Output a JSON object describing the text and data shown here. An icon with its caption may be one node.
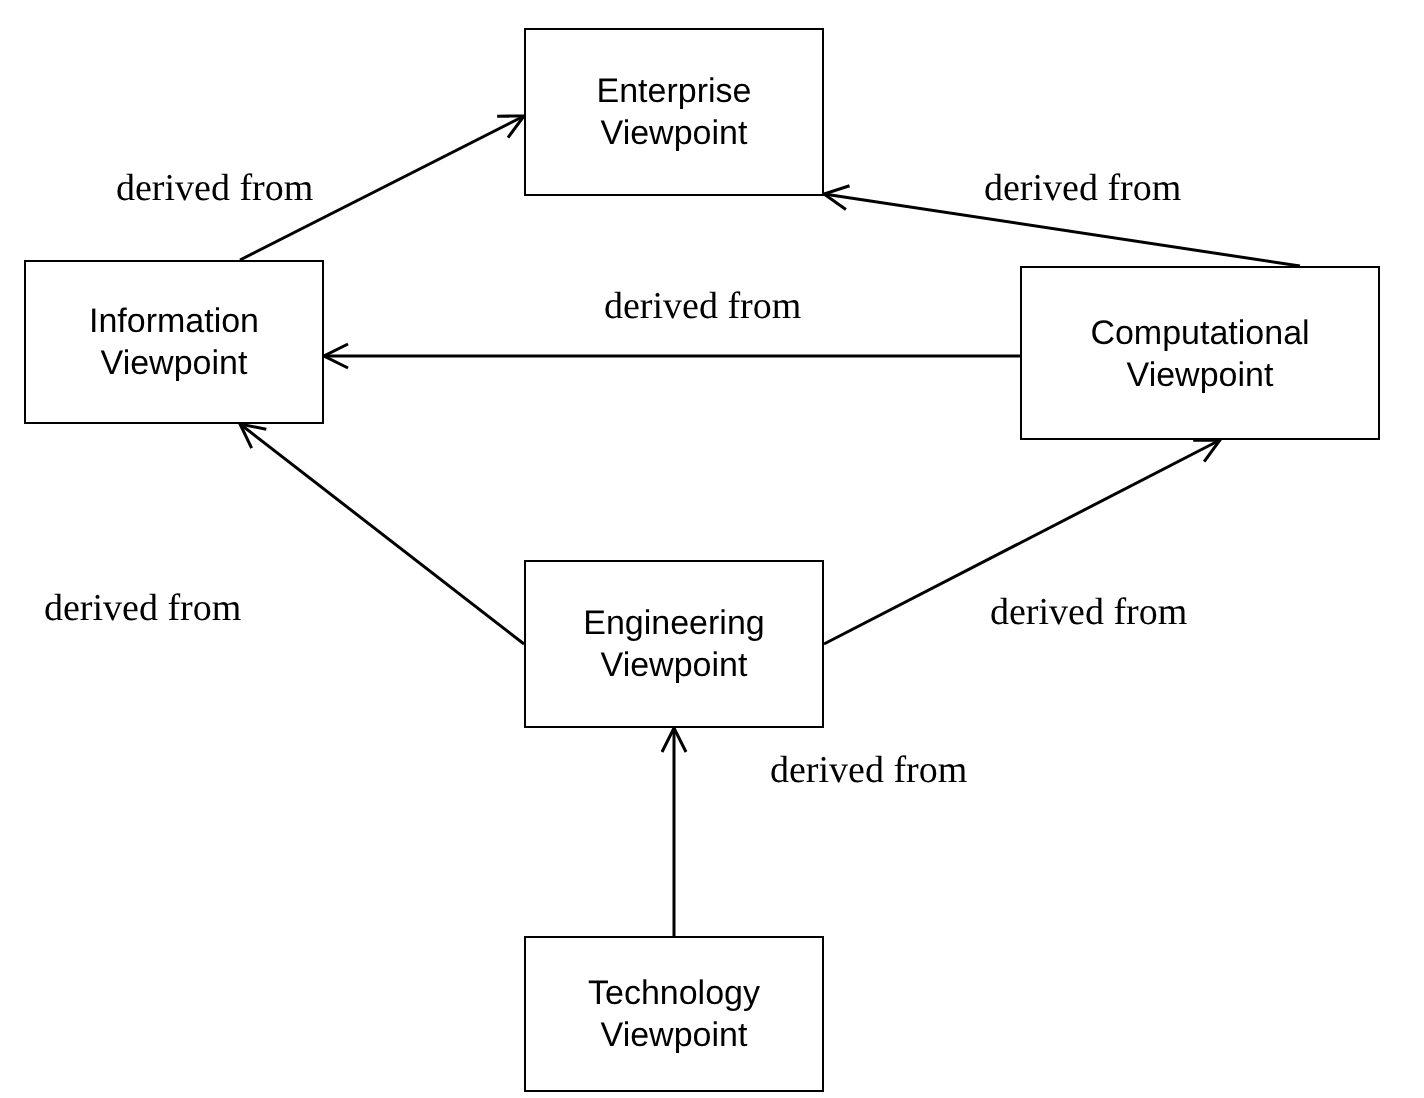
{
  "diagram": {
    "nodes": [
      {
        "text": [
          "Enterprise Viewpoint"
        ]
      },
      {
        "text": [
          "Information Viewpoint"
        ]
      },
      {
        "text": [
          "Computational Viewpoint"
        ]
      },
      {
        "text": [
          "Engineering Viewpoint"
        ]
      },
      {
        "text": [
          "Technology Viewpoint"
        ]
      }
    ],
    "edges": [
      {
        "from": 1,
        "to": 0,
        "arrow": "to",
        "label": "derived from"
      },
      {
        "from": 2,
        "to": 0,
        "arrow": "to",
        "label": "derived from"
      },
      {
        "from": 2,
        "to": 1,
        "arrow": "to",
        "label": "derived from"
      },
      {
        "from": 3,
        "to": 1,
        "arrow": "to",
        "label": "derived from"
      },
      {
        "from": 3,
        "to": 2,
        "arrow": "to",
        "label": "derived from"
      },
      {
        "from": 4,
        "to": 3,
        "arrow": "to",
        "label": "derived from"
      }
    ]
  }
}
